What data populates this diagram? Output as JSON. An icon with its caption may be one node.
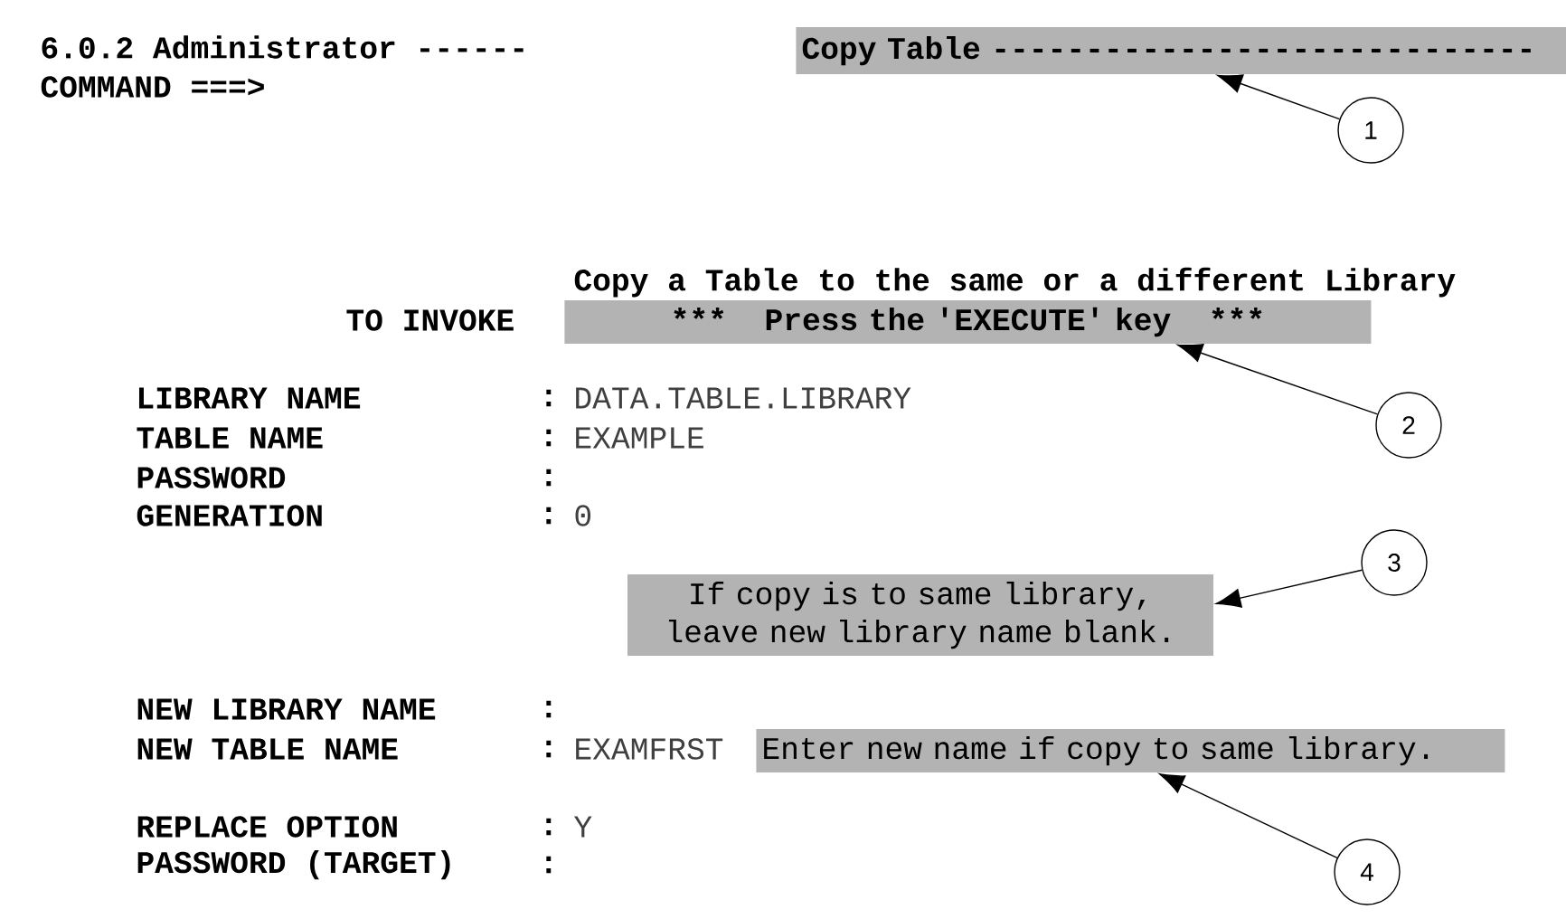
{
  "diagram": {
    "title": "6.0.2 Administrator ------",
    "nodes": [
      {
        "text": [
          "Copy Table -----------------------------"
        ]
      },
      {
        "text": [
          "1"
        ]
      },
      {
        "text": [
          "*******",
          "Press the 'EXECUTE' key",
          "*******"
        ]
      },
      {
        "text": [
          "2"
        ]
      },
      {
        "text": [
          "If copy is to same library, leave new library name blank."
        ]
      },
      {
        "text": [
          "3"
        ]
      },
      {
        "text": [
          "Enter new name if copy to same library."
        ]
      },
      {
        "text": [
          "4"
        ]
      }
    ],
    "edges": [
      {
        "from": 1,
        "to": 0,
        "arrow": "to"
      },
      {
        "from": 3,
        "to": 2,
        "arrow": "to"
      },
      {
        "from": 5,
        "to": 4,
        "arrow": "to"
      },
      {
        "from": 7,
        "to": 6,
        "arrow": "to"
      }
    ],
    "labels": [
      "COMMAND ===>",
      "Copy a Table to the same or a different Library",
      "TO INVOKE",
      "LIBRARY NAME",
      ":",
      "DATA.TABLE.LIBRARY",
      "TABLE NAME",
      ":",
      "EXAMPLE",
      "PASSWORD",
      ":",
      "GENERATION",
      ":",
      "0",
      "NEW LIBRARY NAME",
      ":",
      "NEW TABLE NAME",
      ":",
      "EXAMFRST",
      "REPLACE OPTION",
      ":",
      "Y",
      "PASSWORD (TARGET)",
      ":"
    ]
  }
}
